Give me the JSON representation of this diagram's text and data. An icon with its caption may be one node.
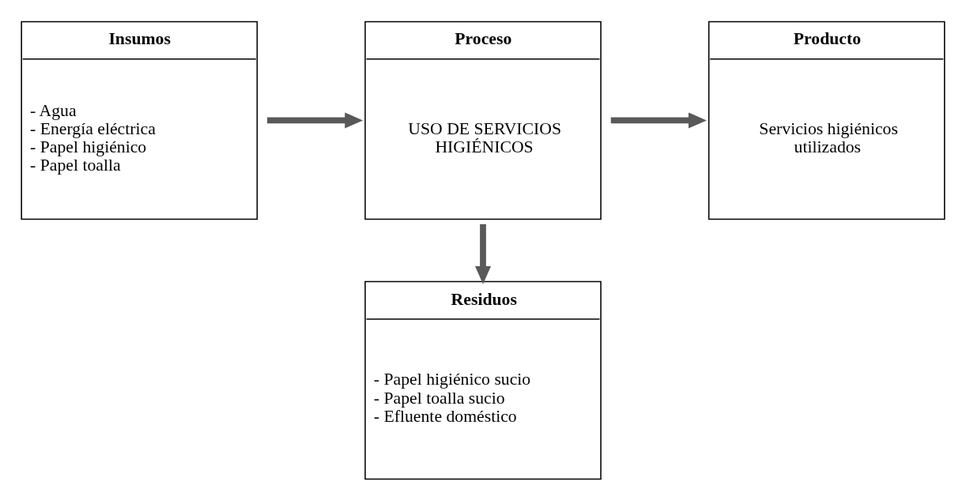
{
  "diagram": {
    "nodes": [
      {
        "text": [
          "Insumos",
          "- Agua",
          "- Energía eléctrica",
          "- Papel higiénico",
          "- Papel toalla"
        ]
      },
      {
        "text": [
          "Proceso",
          "USO DE SERVICIOS HIGIÉNICOS"
        ]
      },
      {
        "text": [
          "Producto",
          "Servicios higiénicos utilizados"
        ]
      },
      {
        "text": [
          "Residuos",
          "- Papel higiénico sucio",
          "- Papel toalla sucio",
          "- Efluente doméstico"
        ]
      }
    ],
    "edges": [
      {
        "from": 0,
        "to": 1,
        "arrow": "to"
      },
      {
        "from": 1,
        "to": 2,
        "arrow": "to"
      },
      {
        "from": 1,
        "to": 3,
        "arrow": "to"
      }
    ]
  }
}
